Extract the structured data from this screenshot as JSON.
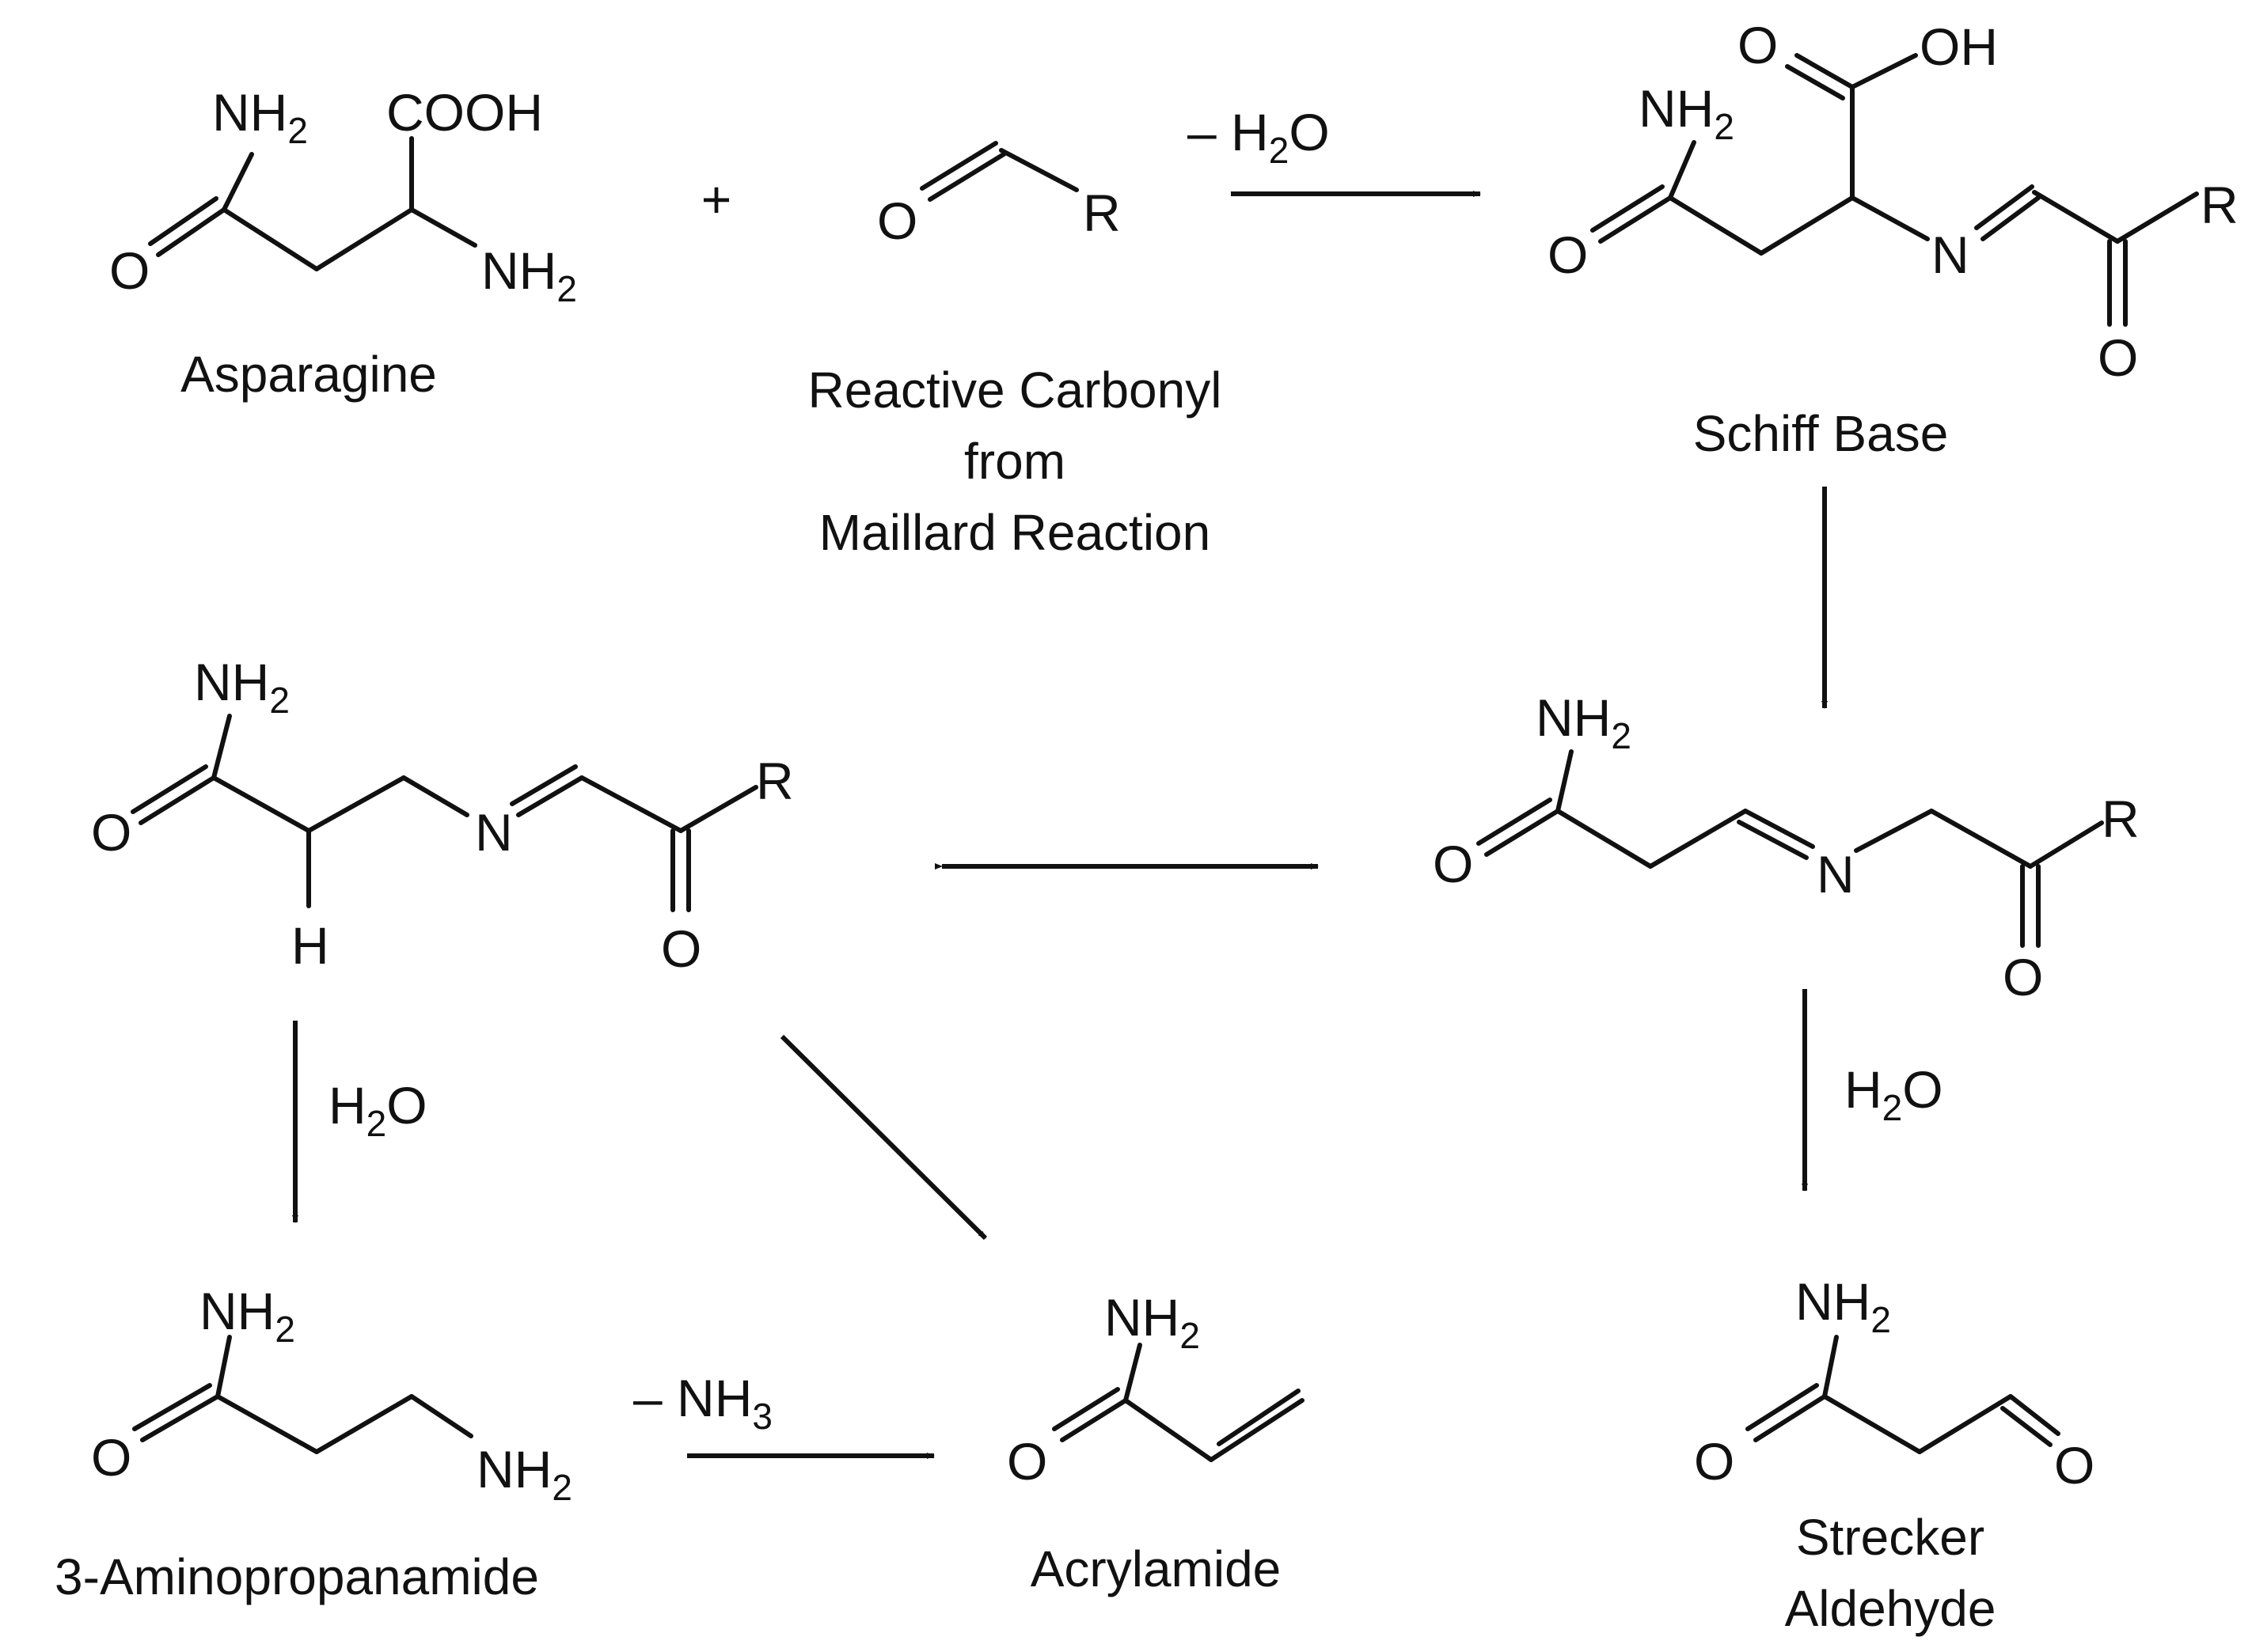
{
  "compounds": {
    "asparagine": {
      "name": "Asparagine",
      "nh2_top": "NH",
      "nh2_top_sub": "2",
      "cooh": "COOH",
      "o": "O",
      "nh2": "NH",
      "nh2_sub": "2"
    },
    "carbonyl": {
      "line1": "Reactive Carbonyl",
      "line2": "from",
      "line3": "Maillard Reaction",
      "o": "O",
      "r": "R"
    },
    "schiff": {
      "name": "Schiff Base",
      "nh2": "NH",
      "nh2_sub": "2",
      "o_amide": "O",
      "o_acid": "O",
      "oh": "OH",
      "n": "N",
      "r": "R",
      "o_keto": "O"
    },
    "left_mid": {
      "nh2": "NH",
      "nh2_sub": "2",
      "o": "O",
      "h": "H",
      "n": "N",
      "r": "R",
      "o_keto": "O"
    },
    "right_mid": {
      "nh2": "NH",
      "nh2_sub": "2",
      "o": "O",
      "n": "N",
      "r": "R",
      "o_keto": "O"
    },
    "aminopropanamide": {
      "name": "3-Aminopropanamide",
      "nh2_top": "NH",
      "nh2_top_sub": "2",
      "o": "O",
      "nh2": "NH",
      "nh2_sub": "2"
    },
    "acrylamide": {
      "name": "Acrylamide",
      "nh2": "NH",
      "nh2_sub": "2",
      "o": "O"
    },
    "strecker": {
      "line1": "Strecker",
      "line2": "Aldehyde",
      "nh2": "NH",
      "nh2_sub": "2",
      "o": "O",
      "o_ald": "O"
    }
  },
  "conditions": {
    "plus": "+",
    "minus_water": {
      "prefix": "– H",
      "sub": "2",
      "suffix": "O"
    },
    "water_left": {
      "prefix": "H",
      "sub": "2",
      "suffix": "O"
    },
    "water_right": {
      "prefix": "H",
      "sub": "2",
      "suffix": "O"
    },
    "minus_ammonia": {
      "prefix": "– NH",
      "sub": "3"
    }
  }
}
